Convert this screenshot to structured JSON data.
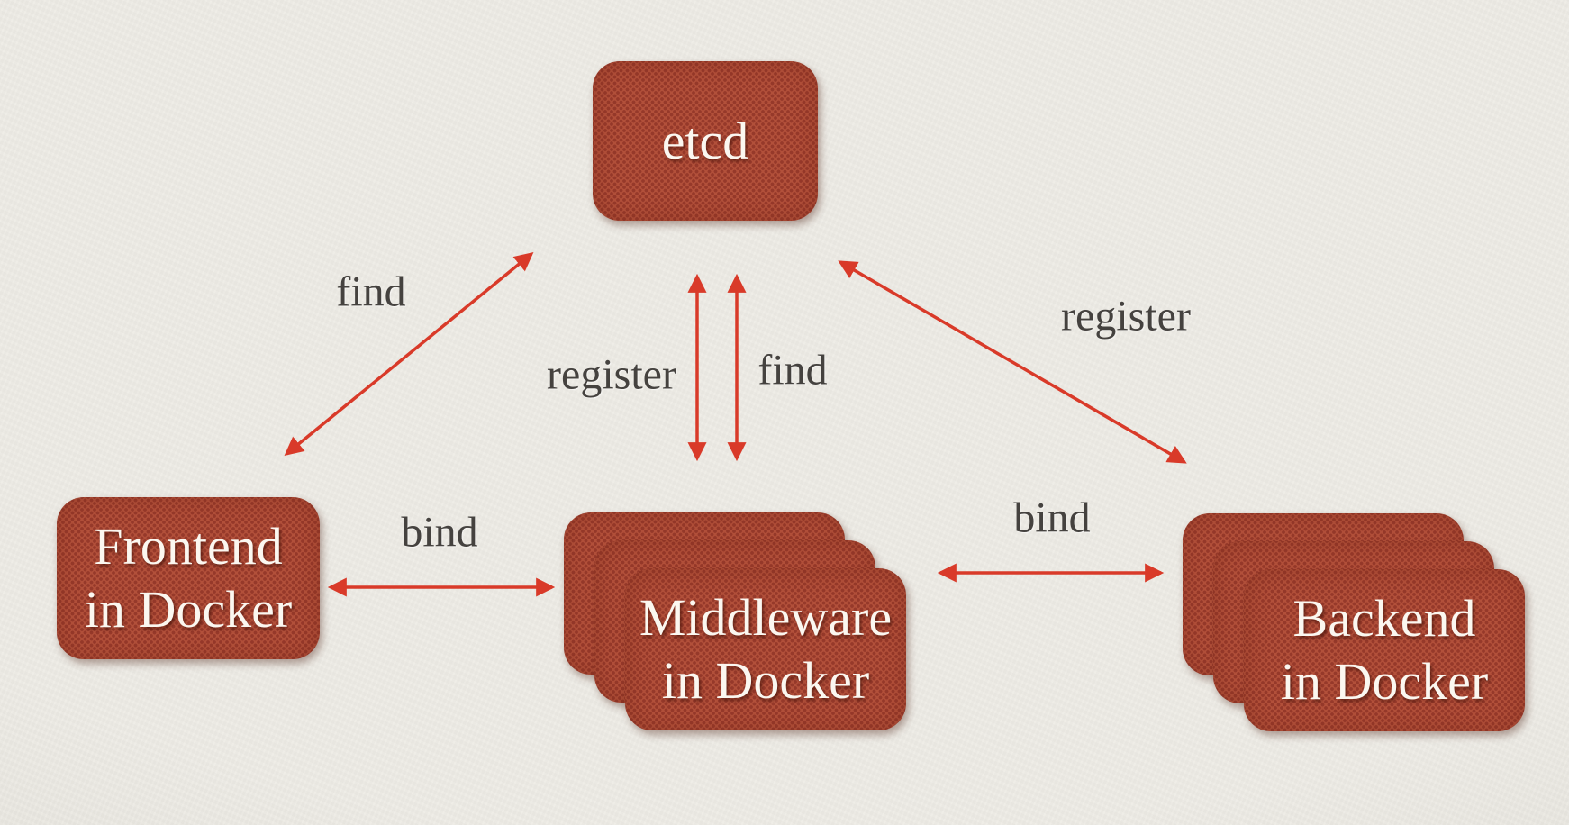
{
  "nodes": {
    "etcd": {
      "label": "etcd",
      "instances": 1
    },
    "frontend": {
      "line1": "Frontend",
      "line2": "in Docker",
      "instances": 1
    },
    "middleware": {
      "line1": "Middleware",
      "line2": "in Docker",
      "instances": 3
    },
    "backend": {
      "line1": "Backend",
      "line2": "in Docker",
      "instances": 3
    }
  },
  "edges": [
    {
      "id": "frontend-etcd",
      "label": "find",
      "between": [
        "frontend",
        "etcd"
      ],
      "bidirectional": true
    },
    {
      "id": "middleware-etcd-reg",
      "label": "register",
      "between": [
        "middleware",
        "etcd"
      ],
      "bidirectional": true
    },
    {
      "id": "middleware-etcd-find",
      "label": "find",
      "between": [
        "middleware",
        "etcd"
      ],
      "bidirectional": true
    },
    {
      "id": "backend-etcd-reg",
      "label": "register",
      "between": [
        "backend",
        "etcd"
      ],
      "bidirectional": true
    },
    {
      "id": "frontend-middleware",
      "label": "bind",
      "between": [
        "frontend",
        "middleware"
      ],
      "bidirectional": true
    },
    {
      "id": "middleware-backend",
      "label": "bind",
      "between": [
        "middleware",
        "backend"
      ],
      "bidirectional": true
    }
  ],
  "colors": {
    "background": "#edebe5",
    "node_fill": "#b2503a",
    "node_dot": "#96392a",
    "node_text": "#fbf7f0",
    "arrow": "#d93a29",
    "label_text": "#45423f"
  }
}
